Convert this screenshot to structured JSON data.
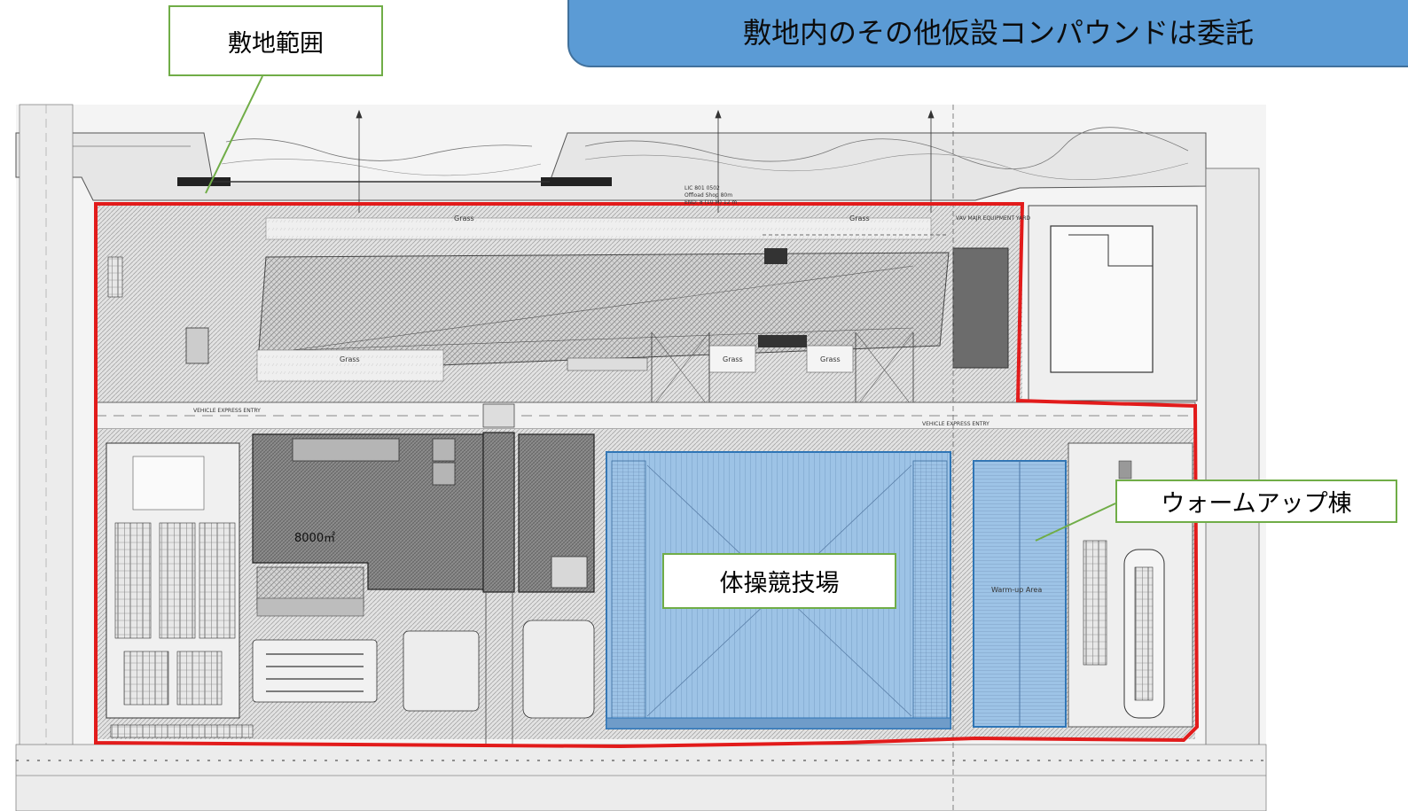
{
  "banner": {
    "text": "敷地内のその他仮設コンパウンドは委託"
  },
  "callouts": {
    "site_boundary": "敷地範囲",
    "gymnastics_venue": "体操競技場",
    "warmup_building": "ウォームアップ棟"
  },
  "plan_labels": {
    "grass": "Grass",
    "area_8000": "8000㎡",
    "warmup_area": "Warm-up Area",
    "vehicle_entry": "VEHICLE EXPRESS ENTRY",
    "equipment_yard": "VAV MAJR EQUIPMENT YARD",
    "lic_note": "LIC 801 0502",
    "offload": "Offload Shop 80m",
    "end": "END: 8 (10 M) 12 m"
  },
  "colors": {
    "boundary": "#e21b1b",
    "venue_fill": "#9dc3e6",
    "callout_border": "#70ad47",
    "banner": "#5b9bd5"
  }
}
